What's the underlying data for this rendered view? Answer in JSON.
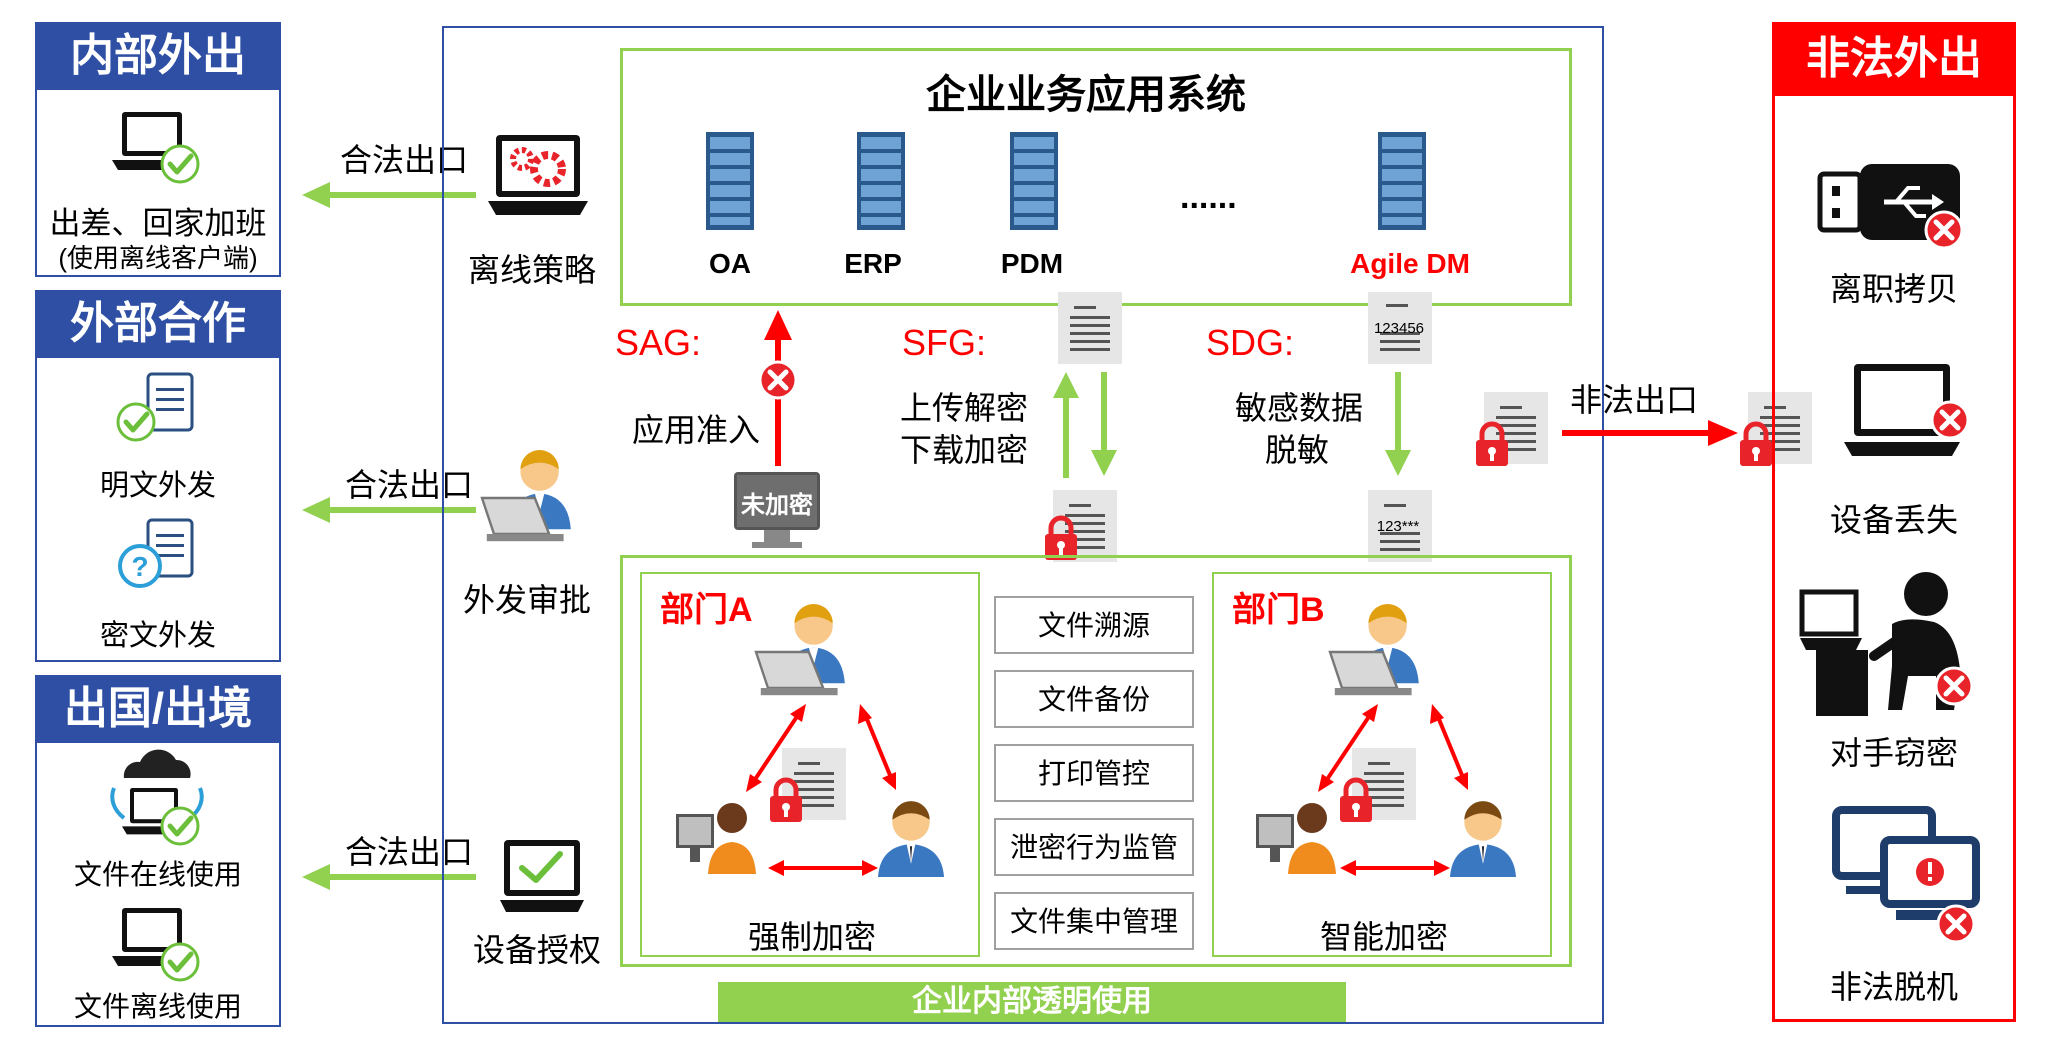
{
  "left": {
    "internal": {
      "title": "内部外出",
      "line1": "出差、回家加班",
      "line2": "(使用离线客户端)"
    },
    "external": {
      "title": "外部合作",
      "item1": "明文外发",
      "item2": "密文外发"
    },
    "abroad": {
      "title": "出国/出境",
      "item1": "文件在线使用",
      "item2": "文件离线使用"
    }
  },
  "exits": {
    "legal": "合法出口",
    "illegal": "非法出口"
  },
  "gates": {
    "offline_policy": "离线策略",
    "outgoing_approval": "外发审批",
    "device_auth": "设备授权"
  },
  "apps": {
    "title": "企业业务应用系统",
    "servers": [
      "OA",
      "ERP",
      "PDM",
      "Agile DM"
    ],
    "ellipsis": "......"
  },
  "sag": {
    "name": "SAG:",
    "desc": "应用准入",
    "monitor_label": "未加密"
  },
  "sfg": {
    "name": "SFG:",
    "line1": "上传解密",
    "line2": "下载加密"
  },
  "sdg": {
    "name": "SDG:",
    "line1": "敏感数据",
    "line2": "脱敏",
    "doc_top": "123456",
    "doc_bottom": "123***"
  },
  "deptA": {
    "title": "部门A",
    "caption": "强制加密"
  },
  "deptB": {
    "title": "部门B",
    "caption": "智能加密"
  },
  "functions": [
    "文件溯源",
    "文件备份",
    "打印管控",
    "泄密行为监管",
    "文件集中管理"
  ],
  "bottom_banner": "企业内部透明使用",
  "right": {
    "title": "非法外出",
    "items": [
      "离职拷贝",
      "设备丢失",
      "对手窃密",
      "非法脱机"
    ]
  },
  "colors": {
    "blue_header": "#2e4fa3",
    "green": "#92d050",
    "red": "#ff0000",
    "server_blue": "#3b6ea5"
  }
}
